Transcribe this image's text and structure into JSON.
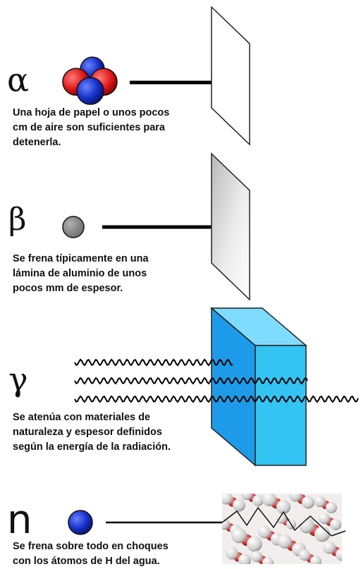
{
  "rows": [
    {
      "symbol": "α",
      "caption": [
        "Una hoja de papel o unos pocos",
        "cm de aire son suficientes para",
        "detenerla."
      ]
    },
    {
      "symbol": "β",
      "caption": [
        "Se frena típicamente en una",
        "lámina de aluminio de unos",
        "pocos mm de espesor."
      ]
    },
    {
      "symbol": "γ",
      "caption": [
        "Se atenúa con materiales de",
        "naturaleza y espesor definidos",
        "según la energía de la radiación."
      ]
    },
    {
      "symbol": "n",
      "caption": [
        "Se frena sobre todo en choques",
        "con los átomos de H del agua."
      ]
    }
  ],
  "colors": {
    "proton": "#e01818",
    "neutron": "#1530c8",
    "electron": "#8a8a8a",
    "aluminium_sheet": "#d9d9d9",
    "block_front": "#1e9be8",
    "block_side": "#33c4f4",
    "water_oxygen": "#d2342e",
    "water_hydrogen": "#e6e6e6"
  },
  "icons": [
    "alpha-particle-icon",
    "beta-particle-icon",
    "gamma-wave-icon",
    "neutron-particle-icon"
  ]
}
